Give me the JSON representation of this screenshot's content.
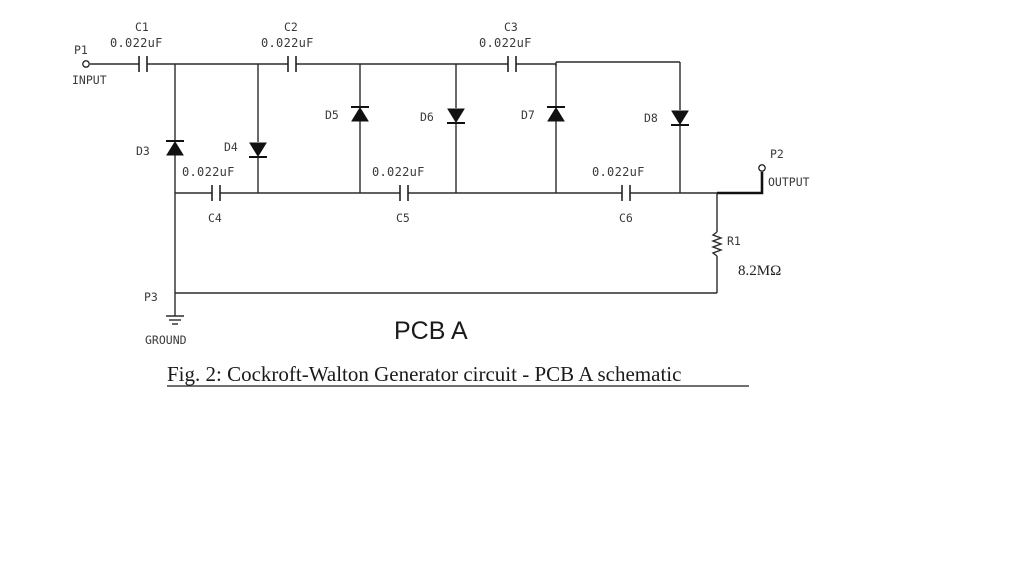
{
  "ports": {
    "p1": {
      "id": "P1",
      "label": "INPUT"
    },
    "p2": {
      "id": "P2",
      "label": "OUTPUT"
    },
    "p3": {
      "id": "P3",
      "label": "GROUND"
    }
  },
  "capacitors": [
    {
      "id": "C1",
      "value": "0.022uF"
    },
    {
      "id": "C2",
      "value": "0.022uF"
    },
    {
      "id": "C3",
      "value": "0.022uF"
    },
    {
      "id": "C4",
      "value": "0.022uF"
    },
    {
      "id": "C5",
      "value": "0.022uF"
    },
    {
      "id": "C6",
      "value": "0.022uF"
    }
  ],
  "diodes": [
    "D3",
    "D4",
    "D5",
    "D6",
    "D7",
    "D8"
  ],
  "resistor": {
    "id": "R1",
    "value": "8.2MΩ"
  },
  "board_label": "PCB A",
  "caption": "Fig. 2: Cockroft-Walton Generator circuit - PCB A schematic"
}
